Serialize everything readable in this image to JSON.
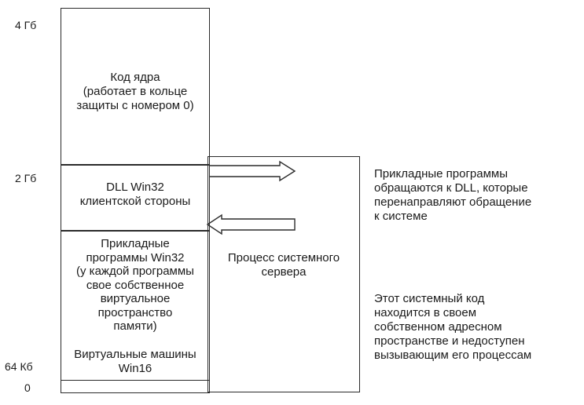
{
  "axis_labels": {
    "top": "4 Гб",
    "mid": "2 Гб",
    "low": "64 Кб",
    "zero": "0"
  },
  "blocks": {
    "kernel": [
      "Код ядра",
      "(работает в кольце",
      "защиты с номером 0)"
    ],
    "dll": [
      "DLL Win32",
      "клиентской стороны"
    ],
    "apps": [
      "Прикладные",
      "программы Win32",
      "(у каждой программы",
      "свое собственное",
      "виртуальное",
      "пространство",
      "памяти)"
    ],
    "win16": [
      "Виртуальные машины",
      "Win16"
    ],
    "server": [
      "Процесс системного",
      "сервера"
    ]
  },
  "notes": {
    "dll_note": [
      "Прикладные программы",
      "обращаются к DLL, которые",
      "перенаправляют обращение",
      "к системе"
    ],
    "server_note": [
      "Этот системный код",
      "находится в своем",
      "собственном адресном",
      "пространстве и недоступен",
      "вызывающим его процессам"
    ]
  }
}
